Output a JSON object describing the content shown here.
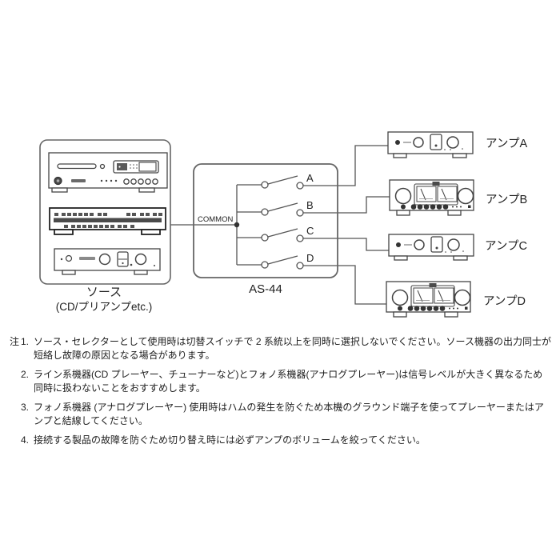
{
  "diagram": {
    "source": {
      "label_line1": "ソース",
      "label_line2": "(CD/プリアンプetc.)"
    },
    "selector": {
      "common_label": "COMMON",
      "model": "AS-44",
      "channels": [
        "A",
        "B",
        "C",
        "D"
      ]
    },
    "amps": [
      {
        "label": "アンプA"
      },
      {
        "label": "アンプB"
      },
      {
        "label": "アンプC"
      },
      {
        "label": "アンプD"
      }
    ],
    "colors": {
      "wire": "#555555",
      "outline": "#666666",
      "device_line": "#444444",
      "dark_fill": "#4a4a4a"
    }
  },
  "notes": {
    "prefix": "注",
    "items": [
      {
        "num": "1.",
        "text": "ソース・セレクターとして使用時は切替スイッチで 2 系統以上を同時に選択しないでください。ソース機器の出力同士が短絡し故障の原因となる場合があります。"
      },
      {
        "num": "2.",
        "text": "ライン系機器(CD プレーヤー、チューナーなど)とフォノ系機器(アナログプレーヤー)は信号レベルが大きく異なるため同時に扱わないことをおすすめします。"
      },
      {
        "num": "3.",
        "text": "フォノ系機器 (アナログプレーヤー) 使用時はハムの発生を防ぐため本機のグラウンド端子を使ってプレーヤーまたはアンプと結線してください。"
      },
      {
        "num": "4.",
        "text": "接続する製品の故障を防ぐため切り替え時には必ずアンプのボリュームを絞ってください。"
      }
    ]
  }
}
